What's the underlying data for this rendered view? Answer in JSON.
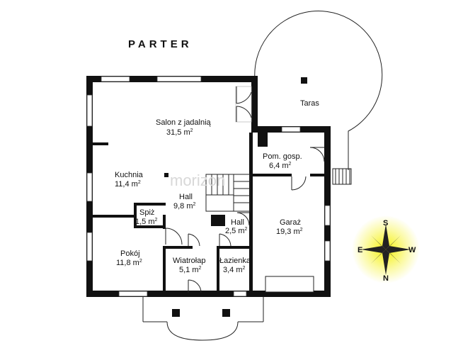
{
  "title": "PARTER",
  "watermark": "morizon",
  "rooms": [
    {
      "key": "taras",
      "name": "Taras",
      "area": ""
    },
    {
      "key": "salon",
      "name": "Salon z jadalnią",
      "area": "31,5 m"
    },
    {
      "key": "pom",
      "name": "Pom. gosp.",
      "area": "6,4 m"
    },
    {
      "key": "kuchnia",
      "name": "Kuchnia",
      "area": "11,4 m"
    },
    {
      "key": "hall1",
      "name": "Hall",
      "area": "9,8 m"
    },
    {
      "key": "spiz",
      "name": "Spiż",
      "area": "1,5 m"
    },
    {
      "key": "hall2",
      "name": "Hall",
      "area": "2,5 m"
    },
    {
      "key": "garaz",
      "name": "Garaż",
      "area": "19,3 m"
    },
    {
      "key": "pokoj",
      "name": "Pokój",
      "area": "11,8 m"
    },
    {
      "key": "wiatrolap",
      "name": "Wiatrołap",
      "area": "5,1 m"
    },
    {
      "key": "lazienka",
      "name": "Łazienka",
      "area": "3,4 m"
    }
  ],
  "area_exponent": "2",
  "compass": {
    "n": "N",
    "s": "S",
    "e": "E",
    "w": "W"
  },
  "colors": {
    "walls": "#111111",
    "compass_glow": "#f4f000",
    "background": "#ffffff"
  }
}
